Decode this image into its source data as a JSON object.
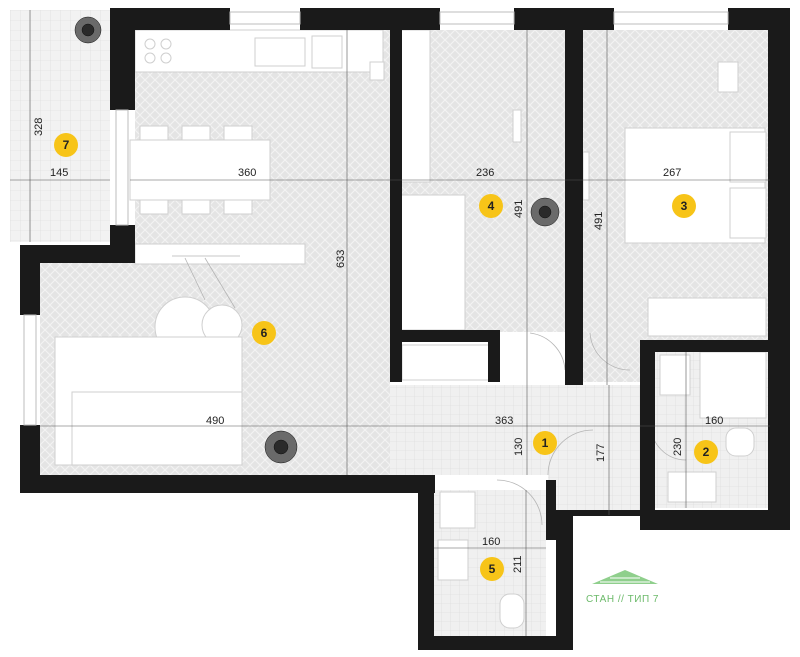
{
  "dimensions": {
    "balcony_height": "328",
    "balcony_width": "145",
    "kitchen_width": "360",
    "room4_width": "236",
    "room4_height": "491",
    "room3_width": "267",
    "room3_height": "491",
    "living_height": "633",
    "living_width": "490",
    "hall_width": "363",
    "hall_height": "130",
    "corridor_height": "177",
    "bath_width": "160",
    "bath_height": "230",
    "wc_width": "160",
    "wc_height": "211"
  },
  "rooms": [
    {
      "label": "1"
    },
    {
      "label": "2"
    },
    {
      "label": "3"
    },
    {
      "label": "4"
    },
    {
      "label": "5"
    },
    {
      "label": "6"
    },
    {
      "label": "7"
    }
  ],
  "caption": "СТАН // ТИП 7",
  "colors": {
    "wall": "#1a1a1a",
    "floor_herringbone": "#e6e6e6",
    "floor_tile": "#efefef",
    "badge": "#f7c418",
    "caption": "#6cba6a",
    "furniture": "#ffffff"
  }
}
